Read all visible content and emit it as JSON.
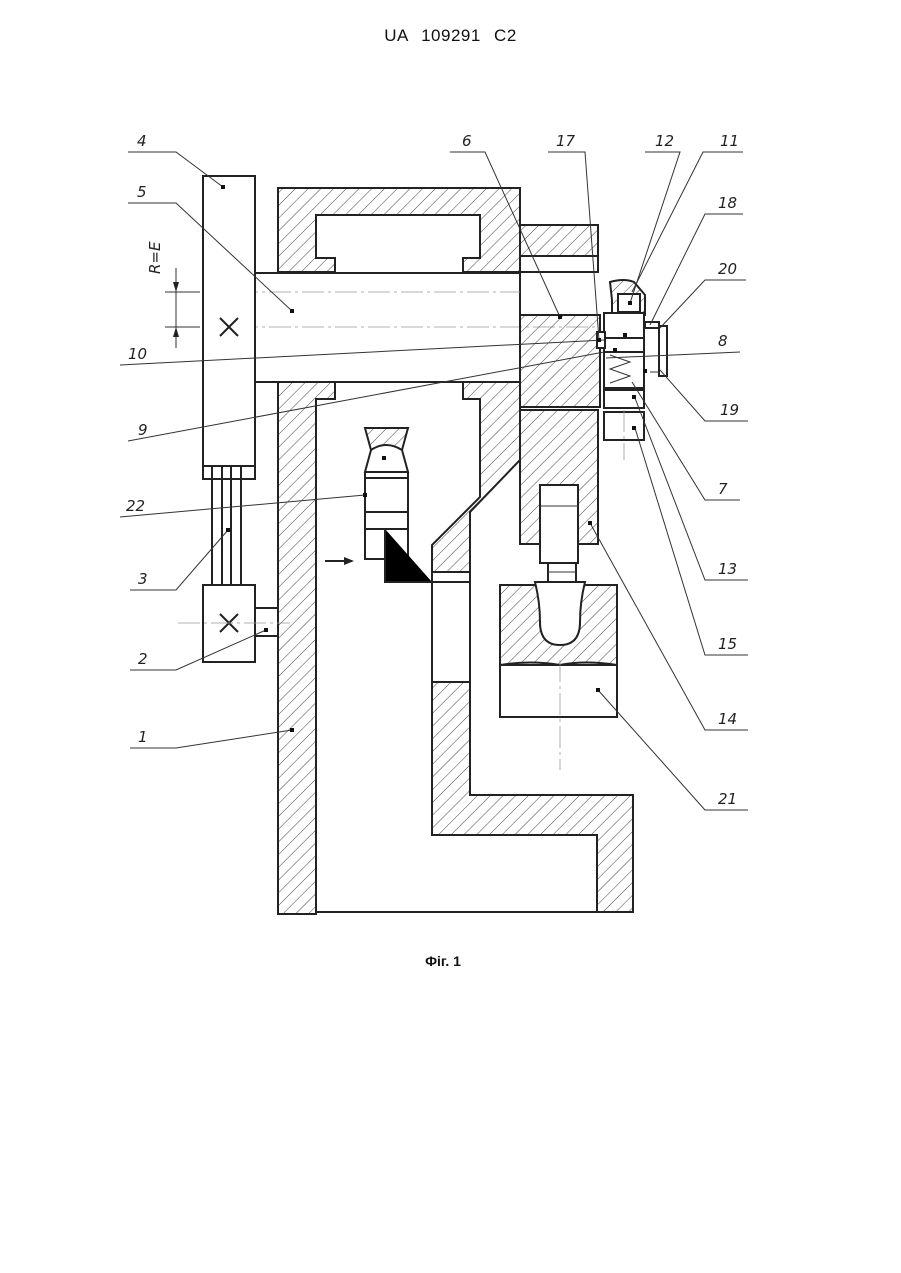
{
  "header": "UA 109291 C2",
  "caption": "Фіг. 1",
  "dimension_label": "R=E",
  "labels": [
    "1",
    "2",
    "3",
    "4",
    "5",
    "6",
    "7",
    "8",
    "9",
    "10",
    "11",
    "12",
    "13",
    "14",
    "15",
    "17",
    "18",
    "19",
    "20",
    "21",
    "22"
  ]
}
